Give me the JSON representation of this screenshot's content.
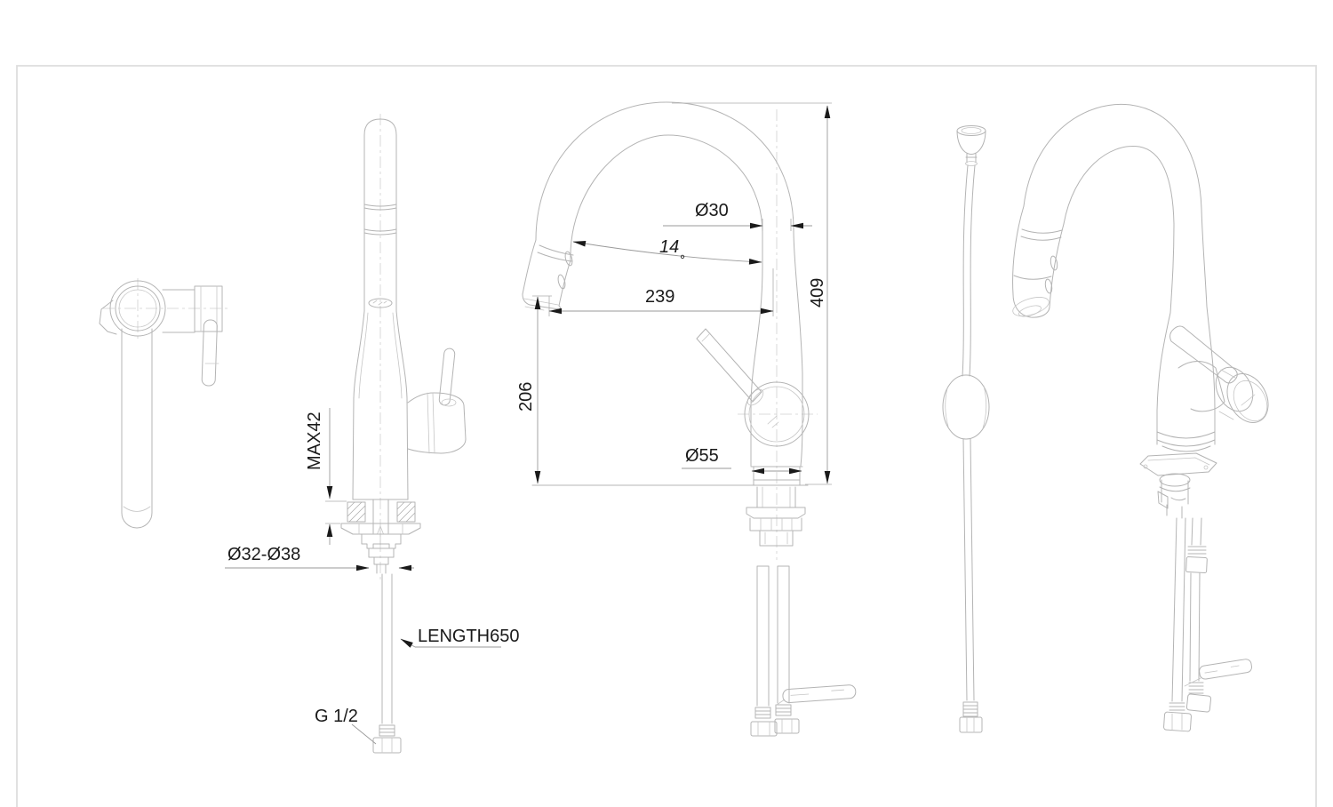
{
  "drawing": {
    "type": "technical drawing - pull-down kitchen faucet, four orthographic/perspective views",
    "colors": {
      "background": "#ffffff",
      "frame": "#dedede",
      "part_lines": "#b4b4b4",
      "centerlines": "#cfcfcf",
      "dimension_lines": "#9a9a9a",
      "text_and_arrows": "#1a1a1a"
    },
    "dimensions": {
      "deck_max_thickness": "MAX42",
      "mounting_hole": "Ø32-Ø38",
      "hose_length": "LENGTH650",
      "connection_thread": "G 1/2",
      "spout_tube_diameter": "Ø30",
      "spray_angle_value": "14",
      "spray_angle_unit": "°",
      "spout_reach": "239",
      "overall_height": "409",
      "outlet_height": "206",
      "body_diameter": "Ø55"
    }
  }
}
